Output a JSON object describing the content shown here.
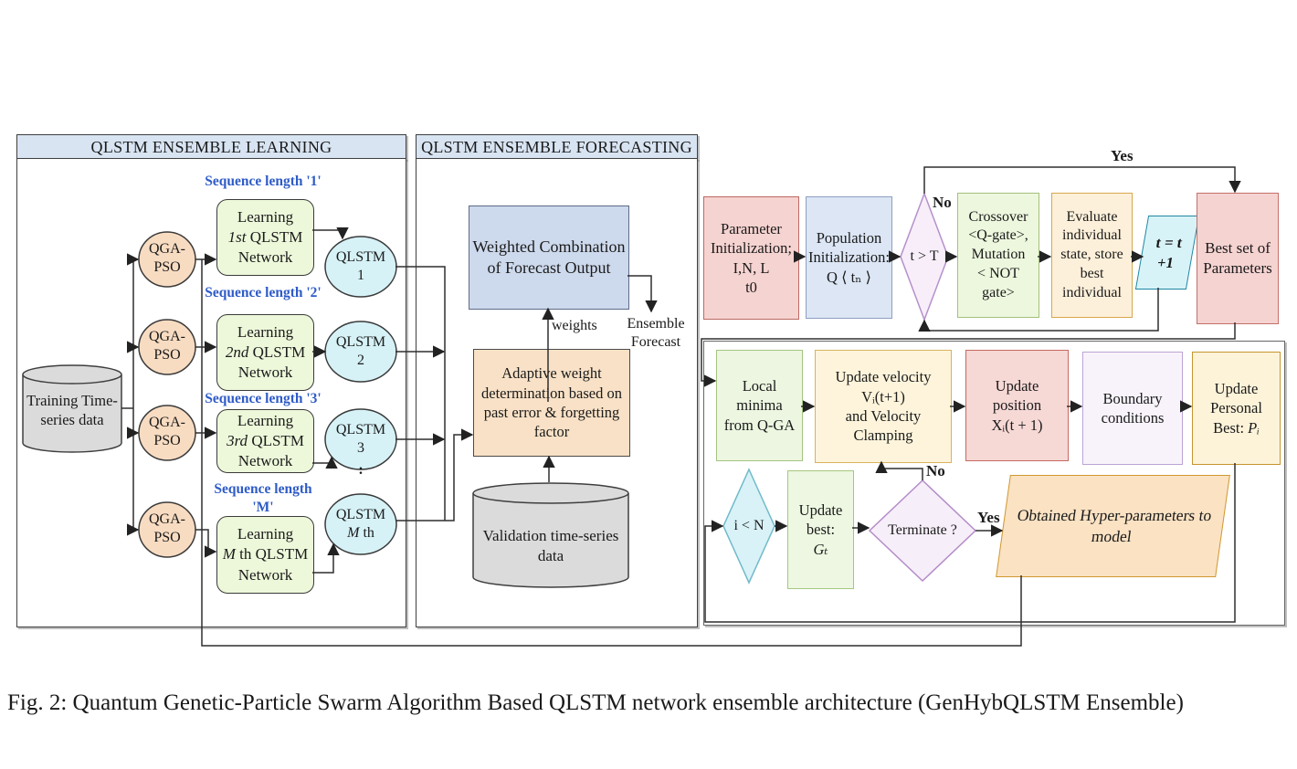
{
  "caption": "Fig. 2: Quantum Genetic-Particle Swarm Algorithm Based QLSTM network ensemble architecture (GenHybQLSTM Ensemble)",
  "learning": {
    "title": "QLSTM ENSEMBLE LEARNING",
    "training_db": {
      "l1": "Training Time-",
      "l2": "series data"
    },
    "qga": {
      "l1": "QGA-",
      "l2": "PSO"
    },
    "box_l1": "Learning",
    "box_l3": "Network",
    "qlstm": "QLSTM",
    "dots": ":",
    "rows": [
      {
        "seq": "Sequence length '1'",
        "b2i": "1st",
        "b2r": " QLSTM",
        "c2i": "",
        "c2r": "1"
      },
      {
        "seq": "Sequence length '2'",
        "b2i": "2nd",
        "b2r": " QLSTM",
        "c2i": "",
        "c2r": "2"
      },
      {
        "seq": "Sequence length '3'",
        "b2i": "3rd",
        "b2r": " QLSTM",
        "c2i": "",
        "c2r": "3"
      },
      {
        "seq": "Sequence length",
        "seq2": "'M'",
        "b2i": "M",
        "b2r": " th QLSTM",
        "c2i": "M",
        "c2r": " th"
      }
    ]
  },
  "forecasting": {
    "title": "QLSTM ENSEMBLE FORECASTING",
    "weighted": {
      "l1": "Weighted Combination",
      "l2": "of Forecast Output"
    },
    "weights_label": "weights",
    "ensemble": {
      "l1": "Ensemble",
      "l2": "Forecast"
    },
    "adaptive": {
      "l1": "Adaptive weight",
      "l2": "determination based on",
      "l3": "past error & forgetting",
      "l4": "factor"
    },
    "validation_db": {
      "l1": "Validation time-series",
      "l2": "data"
    }
  },
  "qga_flow": {
    "param": {
      "l1": "Parameter",
      "l2": "Initialization;",
      "l3": "I,N, L",
      "l4": "t0"
    },
    "pop": {
      "l1": "Population",
      "l2": "Initialization:",
      "l3": "Q ⟨ tₙ ⟩"
    },
    "t_gt_T": "t > T",
    "no": "No",
    "yes": "Yes",
    "crossover": {
      "l1": "Crossover",
      "l2": "<Q-gate>,",
      "l3": "Mutation",
      "l4": "< NOT",
      "l5": "gate>"
    },
    "evaluate": {
      "l1": "Evaluate",
      "l2": "individual",
      "l3": "state, store",
      "l4": "best",
      "l5": "individual"
    },
    "tinc": {
      "l1": "t = t",
      "l2": "+1"
    },
    "best": {
      "l1": "Best set of",
      "l2": "Parameters"
    }
  },
  "pso_flow": {
    "local": {
      "l1": "Local",
      "l2": "minima",
      "l3": "from Q-GA"
    },
    "velocity": {
      "l1": "Update velocity",
      "l2": "Vᵢ(t+1)",
      "l3": "and Velocity",
      "l4": "Clamping"
    },
    "position": {
      "l1": "Update",
      "l2": "position",
      "l3": "Xᵢ(t + 1)"
    },
    "boundary": {
      "l1": "Boundary",
      "l2": "conditions"
    },
    "personal": {
      "l1": "Update",
      "l2": "Personal",
      "l3a": "Best: ",
      "l3b": "Pᵢ"
    },
    "iltn": "i < N",
    "ubest": {
      "l1": "Update",
      "l2": "best:",
      "l3": "Gₜ"
    },
    "terminate": "Terminate ?",
    "no": "No",
    "yes": "Yes",
    "obtained": {
      "l1": "Obtained Hyper-parameters to",
      "l2": "model"
    }
  }
}
